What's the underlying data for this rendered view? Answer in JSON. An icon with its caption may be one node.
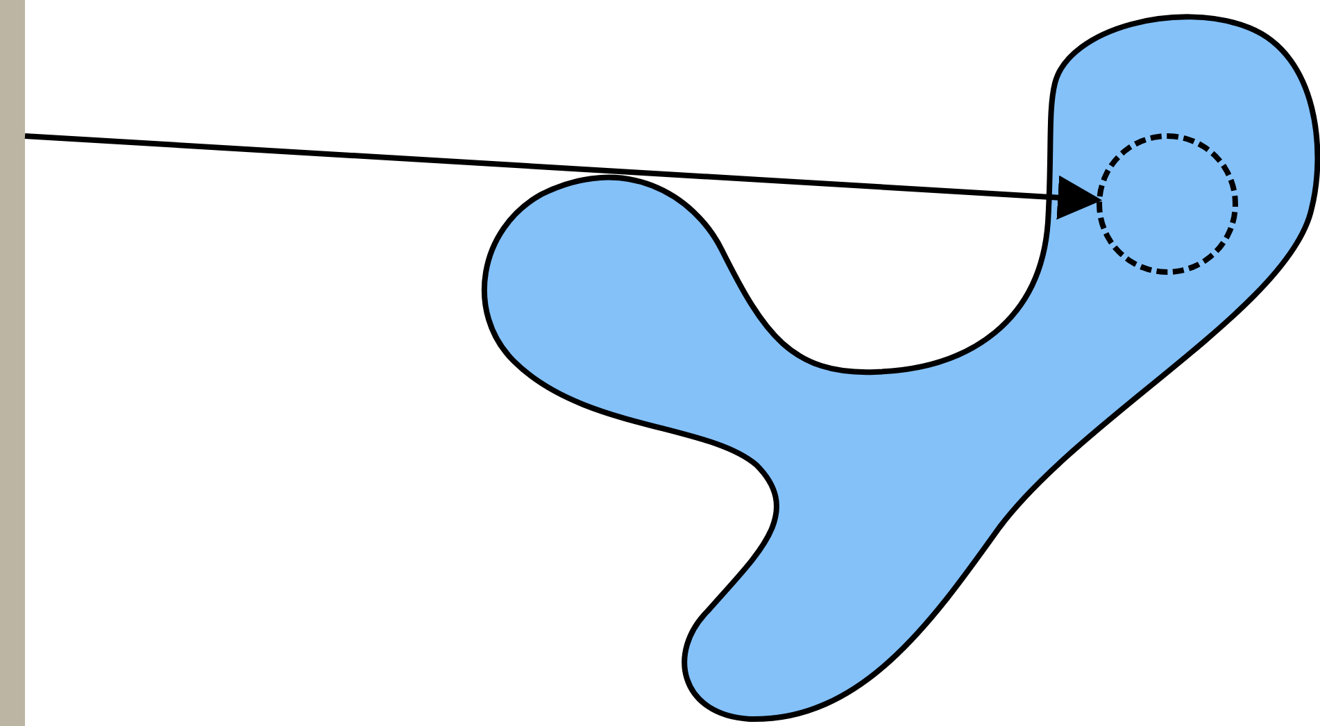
{
  "diagram": {
    "nodes": [
      {
        "text": [],
        "shape": "bar"
      },
      {
        "text": [],
        "shape": "blob"
      },
      {
        "text": [],
        "shape": "circle",
        "in": 1
      }
    ],
    "edges": [
      {
        "from": 0,
        "to": 2,
        "arrow": "to"
      }
    ]
  }
}
